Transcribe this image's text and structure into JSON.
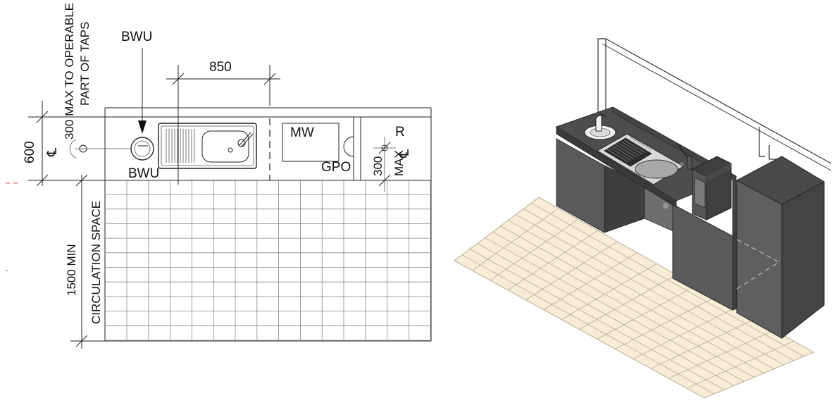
{
  "plan": {
    "top_dimension": "850",
    "bwu_callout": "BWU",
    "bwu_label": "BWU",
    "mw_label": "MW",
    "gpo_label": "GPO",
    "r_label": "R",
    "tap_dimension_value": "300",
    "tap_note_line1": "300 MAX TO OPERABLE",
    "tap_note_line2": "PART OF TAPS",
    "depth_dimension": "600",
    "circulation_dimension": "1500 MIN",
    "circulation_label": "CIRCULATION SPACE",
    "fridge_dimension_value": "300",
    "fridge_dimension_suffix": "MAX",
    "centerline_symbol": "℄"
  },
  "colors": {
    "line": "#222222",
    "grid": "#888888",
    "floor_tile": "#f7ecd6",
    "floor_tile_line": "#b8ab93",
    "cabinet_top": "#4d4d4d",
    "cabinet_front": "#5a5a5a",
    "cabinet_side": "#3e3e3e",
    "fridge_front": "#5f5f5f",
    "fridge_side": "#444444",
    "red_mark": "#d9534f"
  }
}
